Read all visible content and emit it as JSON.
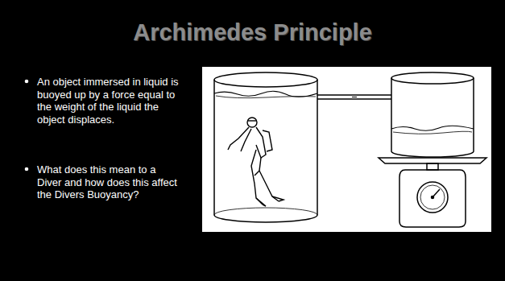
{
  "diagram": {
    "title": "Archimedes Principle",
    "labels": [
      "An object immersed in liquid is buoyed up by a force equal to the weight of the liquid the object displaces.",
      "What does this mean to a Diver and how does this affect the Divers Buoyancy?"
    ]
  }
}
